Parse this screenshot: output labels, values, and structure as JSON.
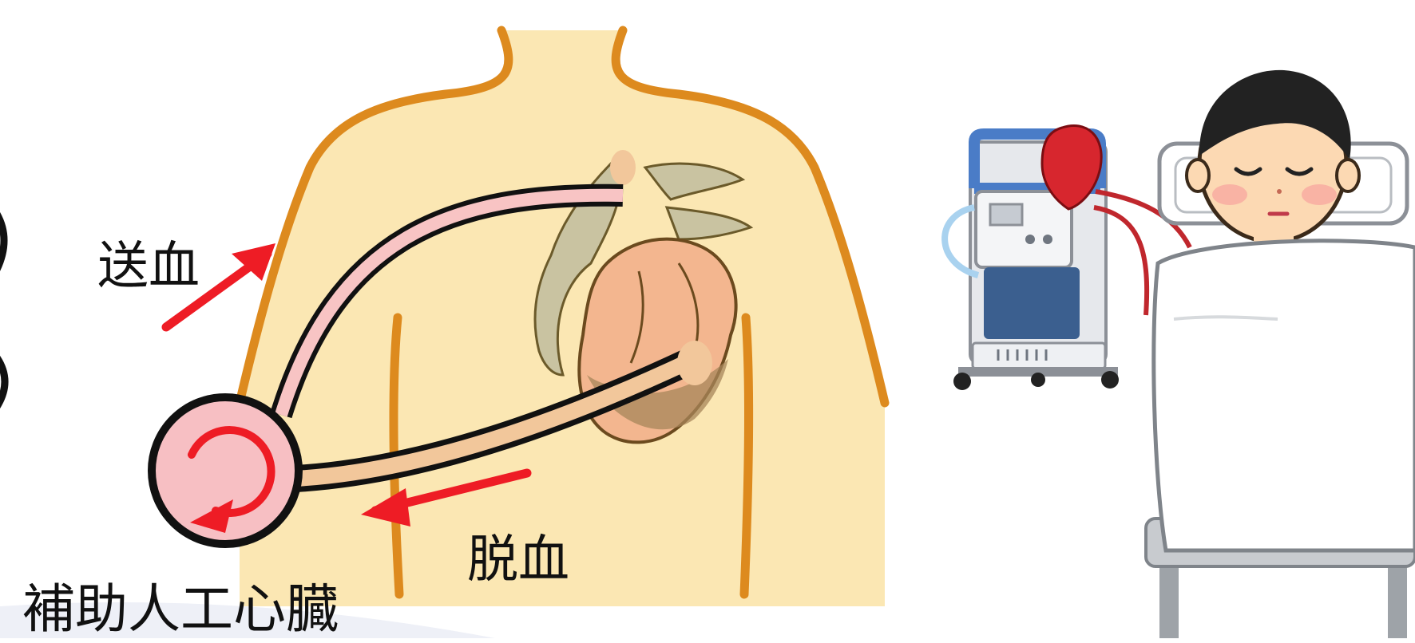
{
  "labels": {
    "outflow": "送血",
    "inflow": "脱血",
    "device": "補助人工心臓"
  },
  "colors": {
    "skin": "#fbe7b3",
    "body_outline": "#dd8a1e",
    "heart_muscle": "#f3b68f",
    "vessel_gray": "#c9c3a1",
    "cannula_pink": "#f8c4c4",
    "cannula_peach": "#f2c79b",
    "arrow_red": "#ee1c25",
    "pump_fill": "#f7bfc3",
    "blanket": "#ffffff",
    "bed_frame": "#9ea3a8",
    "console_blue": "#4a7cc7"
  },
  "icons": [
    "pump-icon",
    "patient-in-bed-illustration",
    "vad-console-illustration"
  ]
}
